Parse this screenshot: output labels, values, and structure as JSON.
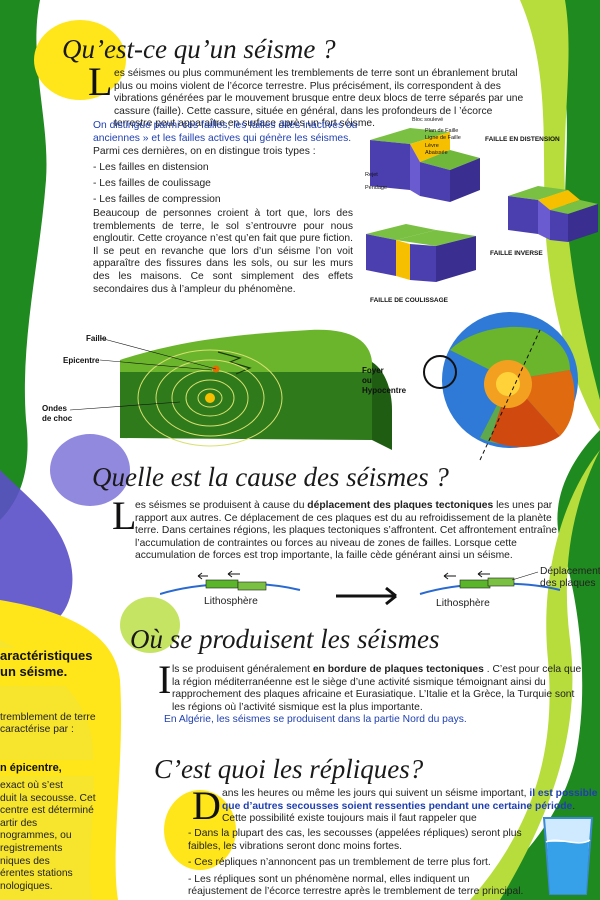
{
  "s1": {
    "title": "Qu’est-ce qu’un séisme ?",
    "drop": "L",
    "p1": "es séismes ou plus communément les tremblements de terre sont un ébranlement brutal plus ou moins violent de l’écorce terrestre. Plus précisément, ils correspondent à des vibrations générées par le mouvement brusque entre deux blocs de terre séparés par une cassure (faille). Cette cassure, située en général, dans les profondeurs de l ’écorce terrestre peut apparaître en surface après un fort séisme.",
    "p2": "On distingue parmi ces failles, les failles dites inactives ou anciennes » et les failles actives qui génère les séismes.",
    "p3": "Parmi ces dernières, on en distingue trois types :",
    "types": [
      "- Les failles en distension",
      "- Les failles de coulissage",
      "- Les failles de compression"
    ],
    "p4": "Beaucoup de personnes croient à tort que, lors des tremblements de terre, le sol s’entrouvre pour nous engloutir. Cette croyance n’est qu’en fait que pure fiction. Il se peut en revanche que lors d’un séisme l’on voit apparaître des fissures dans les sols, ou sur les murs des les maisons. Ce sont simplement des effets secondaires dus à l’ampleur du phénomène."
  },
  "faults": {
    "bloc": "Bloc soulevé",
    "plan": "Plan de Faille",
    "ligne": "Ligne de Faille",
    "levre": "Lèvre",
    "abaissee": "Abaissée",
    "rejet": "Rejet",
    "pendage": "Pendage",
    "distension": "FAILLE EN DISTENSION",
    "inverse": "FAILLE INVERSE",
    "coulissage": "FAILLE DE COULISSAGE"
  },
  "block": {
    "faille": "Faille",
    "epicentre": "Epicentre",
    "ondes1": "Ondes",
    "ondes2": "de choc",
    "foyer1": "Foyer",
    "foyer2": "ou",
    "foyer3": "Hypocentre"
  },
  "s2": {
    "title": "Quelle est la cause des séismes ?",
    "drop": "L",
    "t1": "es séismes se produisent à cause du ",
    "b1": "déplacement des plaques tectoniques",
    "t2": " les unes par rapport aux autres. Ce déplacement de ces plaques est du au refroidissement de la planète terre. Dans certaines régions, les plaques tectoniques s’affrontent. Cet affrontement entraîne l’accumulation de contraintes ou forces au niveau de zones de failles. Lorsque cette accumulation de forces est trop importante, la faille cède générant ainsi un séisme.",
    "litho1": "Lithosphère",
    "litho2": "Lithosphère",
    "depl1": "Déplacement",
    "depl2": "des plaques"
  },
  "s3": {
    "title": "Où se produisent les séismes",
    "drop": "I",
    "t1": "ls se produisent généralement ",
    "b1": "en bordure de plaques tectoniques",
    "t2": " . C’est pour cela que la région méditerranéenne est le siège d’une activité sismique témoignant ainsi du rapprochement des plaques africaine et Eurasiatique. L’Italie et la Grèce, la Turquie sont les régions où l’activité sismique est la plus importante.",
    "p2": "En Algérie, les séismes se produisent dans la partie Nord du pays."
  },
  "s4": {
    "title": "C’est quoi les répliques?",
    "drop": "D",
    "t1": "ans les heures ou même les jours qui suivent un séisme important, ",
    "b1": "il est possible que d’autres secousses soient ressenties pendant une certaine période",
    "t2": ". Cette possibilité existe toujours mais il faut rappeler que",
    "items": [
      "- Dans la plupart des cas, les secousses (appelées répliques) seront plus faibles, les vibrations seront donc moins fortes.",
      "- Ces répliques n’annoncent pas un tremblement de terre plus fort.",
      "- Les répliques sont un phénomène normal, elles indiquent un réajustement de l’écorce terrestre après le tremblement de terre principal."
    ]
  },
  "side": {
    "title1": "aractéristiques",
    "title2": "un séisme.",
    "p1a": "tremblement de terre",
    "p1b": "caractérise par :",
    "sub": "n épicentre,",
    "lines": [
      "exact où s’est",
      "duit la secousse. Cet",
      "centre est déterminé",
      "artir des",
      "nogrammes, ou",
      "registrements",
      "niques des",
      "érentes stations",
      "nologiques."
    ]
  },
  "colors": {
    "green_dark": "#1f8a1f",
    "green_light": "#b7dd3c",
    "yellow": "#ffe61a",
    "blue_text": "#1f3fb0",
    "purple": "#5a4fc8"
  }
}
